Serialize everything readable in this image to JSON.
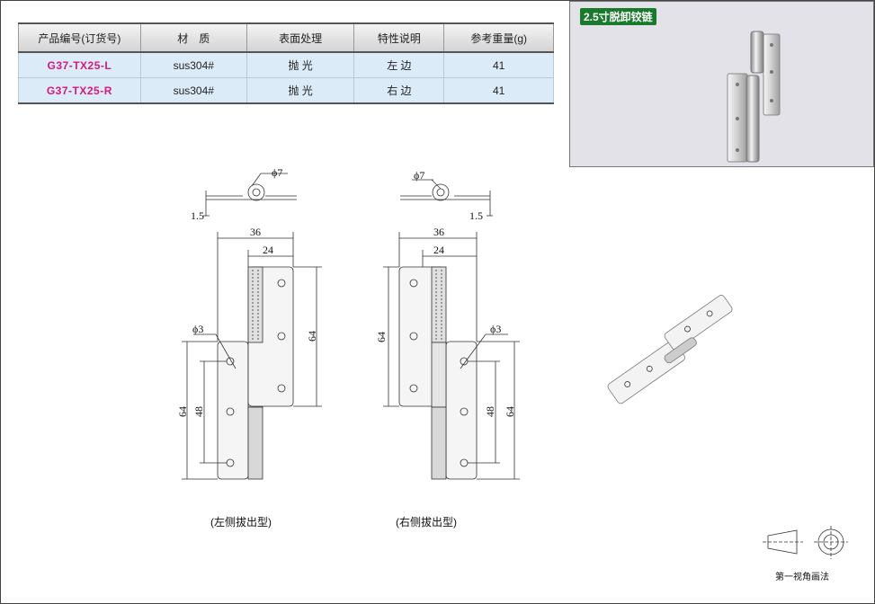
{
  "table": {
    "headers": [
      "产品编号(订货号)",
      "材　质",
      "表面处理",
      "特性说明",
      "参考重量(g)"
    ],
    "rows": [
      {
        "code": "G37-TX25-L",
        "material": "sus304#",
        "finish": "抛 光",
        "feature": "左 边",
        "weight": "41"
      },
      {
        "code": "G37-TX25-R",
        "material": "sus304#",
        "finish": "抛 光",
        "feature": "右 边",
        "weight": "41"
      }
    ]
  },
  "photo": {
    "badge": "2.5寸脱卸铰链"
  },
  "drawing_left": {
    "dia_pin": "ϕ7",
    "thickness": "1.5",
    "width_total": "36",
    "width_leaf": "24",
    "height_upper": "64",
    "dia_hole": "ϕ3",
    "height_lower": "64",
    "hole_span": "48",
    "caption": "(左侧拔出型)"
  },
  "drawing_right": {
    "dia_pin": "ϕ7",
    "thickness": "1.5",
    "width_total": "36",
    "width_leaf": "24",
    "height_upper": "64",
    "dia_hole": "ϕ3",
    "height_lower": "64",
    "hole_span": "48",
    "caption": "(右侧拔出型)"
  },
  "projection": {
    "label": "第一视角画法"
  },
  "colors": {
    "code_text": "#d6177f",
    "row_bg": "#dcebf8",
    "badge_bg": "#1a7a2c",
    "photo_bg": "#e4e2e9"
  }
}
